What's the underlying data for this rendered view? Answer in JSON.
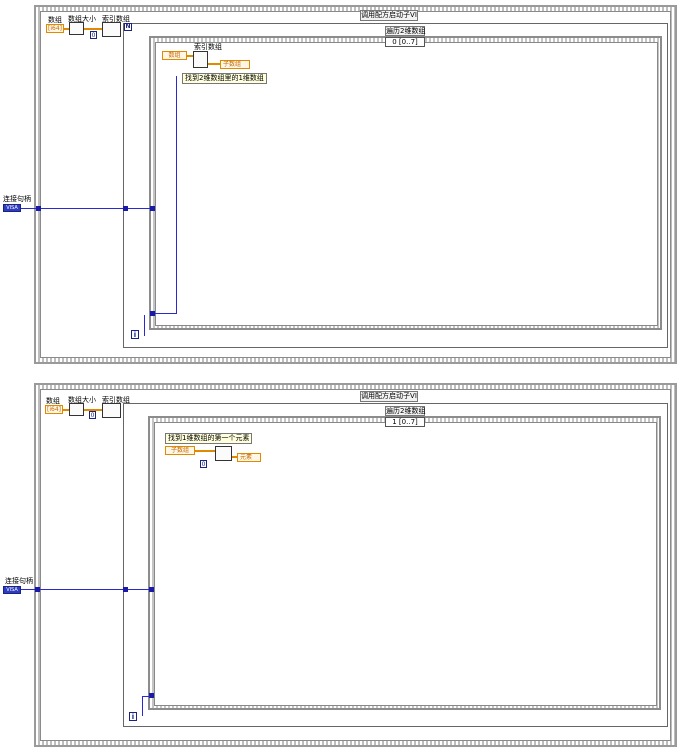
{
  "top": {
    "label_data": "数组",
    "label_array_size": "数组大小",
    "label_index_array": "索引数组",
    "outer_title": "调用配方启动子VI",
    "case_title": "遍历2维数组",
    "case_selector": "0 [0..7]",
    "inner_index_label": "索引数组",
    "array_const": "数组",
    "sub_array_indicator": "子数组",
    "note": "找到2维数组里的1维数组",
    "conn_label": "连接句柄",
    "refnum": "VISA",
    "num_const": "0",
    "iter_label": "i"
  },
  "bottom": {
    "label_data": "数组",
    "label_array_size": "数组大小",
    "label_index_array": "索引数组",
    "outer_title": "调用配方启动子VI",
    "case_title": "遍历2维数组",
    "case_selector": "1 [0..7]",
    "note": "找到1维数组的第一个元素",
    "sub_array_const": "子数组",
    "element_indicator": "元素",
    "conn_label": "连接句柄",
    "refnum": "VISA",
    "num_const": "0",
    "num_const2": "0",
    "iter_label": "i"
  }
}
